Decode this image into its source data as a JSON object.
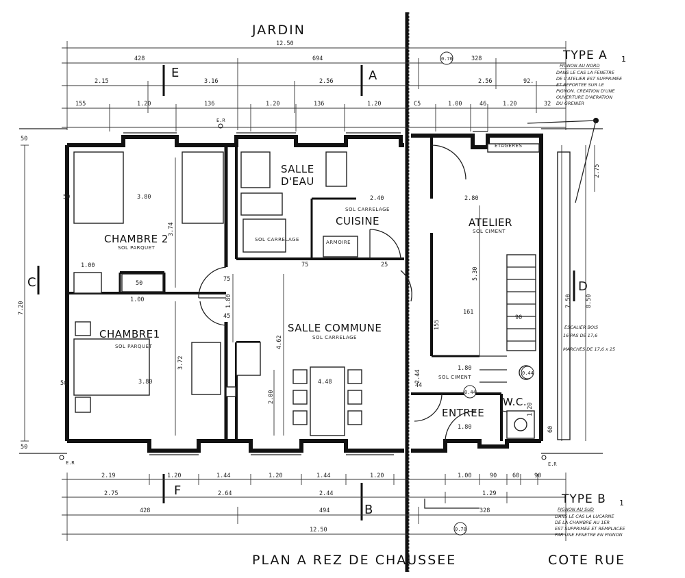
{
  "headings": {
    "jardin": "JARDIN",
    "plan_title": "PLAN A REZ DE CHAUSSEE",
    "cote_rue": "COTE RUE"
  },
  "axes": {
    "C": "C",
    "D": "D",
    "E": "E",
    "A": "A",
    "F": "F",
    "B": "B"
  },
  "rooms": {
    "chambre2": {
      "name": "CHAMBRE 2",
      "floor": "SOL PARQUET",
      "width": "3.80"
    },
    "chambre1": {
      "name": "CHAMBRE1",
      "floor": "SOL PARQUET",
      "width": "3.80"
    },
    "salle_deau": {
      "name_line1": "SALLE",
      "name_line2": "D'EAU"
    },
    "cuisine": {
      "name": "CUISINE",
      "floor": "SOL CARRELAGE",
      "width": "2.40"
    },
    "salle_commune": {
      "name": "SALLE COMMUNE",
      "floor": "SOL CARRELAGE"
    },
    "atelier": {
      "name": "ATELIER",
      "floor": "SOL CIMENT",
      "width": "2.80"
    },
    "entree": {
      "name": "ENTREE"
    },
    "wc": {
      "name": "W.C."
    }
  },
  "type_a": {
    "title": "TYPE A",
    "subscript": "1",
    "pignon": "PIGNON AU NORD",
    "note": [
      "DANS LE CAS LA FENETRE",
      "DE L'ATELIER EST SUPPRIMEE",
      "ET REPORTEE SUR LE",
      "PIGNON. CREATION D'UNE",
      "OUVERTURE D'AERATION",
      "DU GRENIER"
    ]
  },
  "type_b": {
    "title": "TYPE B",
    "subscript": "1",
    "pignon": "PIGNON AU SUD",
    "note": [
      "DANS LE CAS LA LUCARNE",
      "DE LA CHAMBRE AU 1ER",
      "EST SUPPRIMEE ET REMPLACEE",
      "PAR UNE FENETRE EN PIGNON"
    ]
  },
  "stair_note": [
    "ESCALIER BOIS",
    "16 PAS DE 17,6",
    "MARCHES DE 17,6 x 25"
  ],
  "labels": {
    "etageres": "ETAGERES",
    "armoire": "ARMOIRE",
    "sol_carrelage_sdb": "SOL CARRELAGE",
    "sol_ciment_entree": "SOL CIMENT",
    "table_len": "4.48",
    "er_top": "E.R",
    "er_left": "E.R",
    "er_right": "E.R",
    "lvl_top": "0.70",
    "lvl_bottom": "0.70",
    "lvl_c1": "0.44",
    "lvl_c2": "0.44"
  },
  "dims": {
    "top_total": "12.50",
    "top_428": "428",
    "top_694": "694",
    "top_328": "328",
    "top_215": "2.15",
    "top_316": "3.16",
    "top_256": "2.56",
    "top_256b": "2.56",
    "top_92": "92.",
    "top_155": "155",
    "top_120a": "1.20",
    "top_136a": "136",
    "top_120b": "1.20",
    "top_136b": "136",
    "top_120c": "1.20",
    "top_c5": "C5",
    "top_100": "1.00",
    "top_46": "46",
    "top_120d": "1.20",
    "top_32": "32",
    "bot_219": "2.19",
    "bot_120a": "1.20",
    "bot_144a": "1.44",
    "bot_120b": "1.20",
    "bot_144b": "1.44",
    "bot_120c": "1.20",
    "bot_100": "1.00",
    "bot_90a": "90",
    "bot_60": "60",
    "bot_90b": "90",
    "bot_275": "2.75",
    "bot_264": "2.64",
    "bot_244": "2.44",
    "bot_129": "1.29",
    "bot_428": "428",
    "bot_494": "494",
    "bot_328": "328",
    "bot_total": "12.50",
    "left_720": "7.20",
    "right_750": "7.50",
    "right_850": "8.50",
    "right_275": "2.75",
    "v_374": "3.74",
    "v_372": "3.72",
    "v_462": "4.62",
    "v_530": "5.30",
    "v_200": "2.00",
    "v_180": "1.80",
    "v_75a": "75",
    "v_75b": "75",
    "v_25": "25",
    "v_45": "45",
    "v_50a": "50",
    "v_50b": "50",
    "v_50c": "50",
    "v_50d": "50",
    "v_100a": "1.00",
    "v_100b": "1.00",
    "v_50e": "50",
    "v_161": "161",
    "v_244": "2.44",
    "v_180b": "1.80",
    "v_120": "1.20",
    "v_155": "155",
    "v_90": "90",
    "v_44": "44",
    "v_60": "60"
  }
}
